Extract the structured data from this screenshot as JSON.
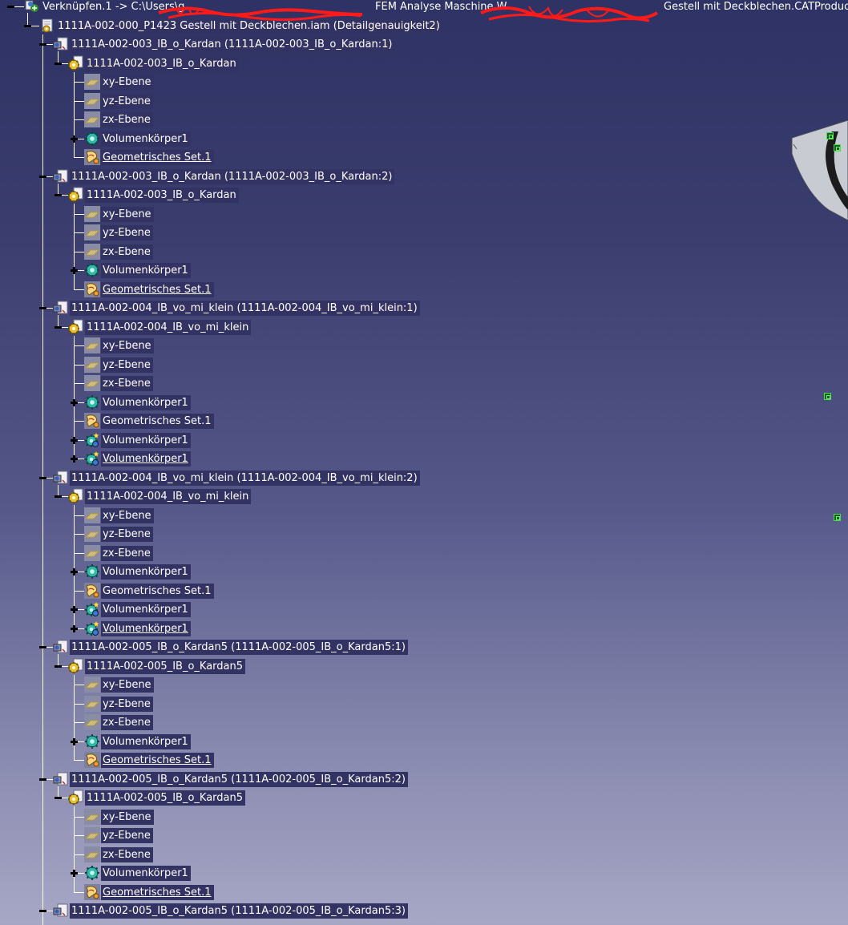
{
  "root": {
    "label": "Verknüpfen.1 -> C:\\Users\\g",
    "label_tail": "FEM Analyse Maschine W",
    "label_end": "Gestell mit Deckblechen.CATProduct"
  },
  "assembly": {
    "label": "1111A-002-000_P1423 Gestell mit Deckblechen.iam (Detailgenauigkeit2)"
  },
  "components": [
    {
      "label": "1111A-002-003_IB_o_Kardan (1111A-002-003_IB_o_Kardan:1)",
      "part": "1111A-002-003_IB_o_Kardan",
      "children": [
        {
          "label": "xy-Ebene",
          "type": "plane"
        },
        {
          "label": "yz-Ebene",
          "type": "plane"
        },
        {
          "label": "zx-Ebene",
          "type": "plane"
        },
        {
          "label": "Volumenkörper1",
          "type": "body",
          "expandable": true
        },
        {
          "label": "Geometrisches Set.1",
          "type": "geoset",
          "underline": true
        }
      ]
    },
    {
      "label": "1111A-002-003_IB_o_Kardan (1111A-002-003_IB_o_Kardan:2)",
      "part": "1111A-002-003_IB_o_Kardan",
      "children": [
        {
          "label": "xy-Ebene",
          "type": "plane"
        },
        {
          "label": "yz-Ebene",
          "type": "plane"
        },
        {
          "label": "zx-Ebene",
          "type": "plane"
        },
        {
          "label": "Volumenkörper1",
          "type": "body",
          "expandable": true
        },
        {
          "label": "Geometrisches Set.1",
          "type": "geoset",
          "underline": true
        }
      ]
    },
    {
      "label": "1111A-002-004_IB_vo_mi_klein (1111A-002-004_IB_vo_mi_klein:1)",
      "part": "1111A-002-004_IB_vo_mi_klein",
      "children": [
        {
          "label": "xy-Ebene",
          "type": "plane"
        },
        {
          "label": "yz-Ebene",
          "type": "plane"
        },
        {
          "label": "zx-Ebene",
          "type": "plane"
        },
        {
          "label": "Volumenkörper1",
          "type": "body",
          "expandable": true
        },
        {
          "label": "Geometrisches Set.1",
          "type": "geoset"
        },
        {
          "label": "Volumenkörper1",
          "type": "body2",
          "expandable": true
        },
        {
          "label": "Volumenkörper1",
          "type": "body2",
          "expandable": true,
          "underline": true
        }
      ]
    },
    {
      "label": "1111A-002-004_IB_vo_mi_klein (1111A-002-004_IB_vo_mi_klein:2)",
      "part": "1111A-002-004_IB_vo_mi_klein",
      "children": [
        {
          "label": "xy-Ebene",
          "type": "plane"
        },
        {
          "label": "yz-Ebene",
          "type": "plane"
        },
        {
          "label": "zx-Ebene",
          "type": "plane"
        },
        {
          "label": "Volumenkörper1",
          "type": "body",
          "expandable": true
        },
        {
          "label": "Geometrisches Set.1",
          "type": "geoset"
        },
        {
          "label": "Volumenkörper1",
          "type": "body2",
          "expandable": true
        },
        {
          "label": "Volumenkörper1",
          "type": "body2",
          "expandable": true,
          "underline": true
        }
      ]
    },
    {
      "label": "1111A-002-005_IB_o_Kardan5 (1111A-002-005_IB_o_Kardan5:1)",
      "part": "1111A-002-005_IB_o_Kardan5",
      "children": [
        {
          "label": "xy-Ebene",
          "type": "plane"
        },
        {
          "label": "yz-Ebene",
          "type": "plane"
        },
        {
          "label": "zx-Ebene",
          "type": "plane"
        },
        {
          "label": "Volumenkörper1",
          "type": "body",
          "expandable": true
        },
        {
          "label": "Geometrisches Set.1",
          "type": "geoset",
          "underline": true
        }
      ]
    },
    {
      "label": "1111A-002-005_IB_o_Kardan5 (1111A-002-005_IB_o_Kardan5:2)",
      "part": "1111A-002-005_IB_o_Kardan5",
      "children": [
        {
          "label": "xy-Ebene",
          "type": "plane"
        },
        {
          "label": "yz-Ebene",
          "type": "plane"
        },
        {
          "label": "zx-Ebene",
          "type": "plane"
        },
        {
          "label": "Volumenkörper1",
          "type": "body",
          "expandable": true
        },
        {
          "label": "Geometrisches Set.1",
          "type": "geoset",
          "underline": true
        }
      ]
    },
    {
      "label": "1111A-002-005_IB_o_Kardan5 (1111A-002-005_IB_o_Kardan5:3)",
      "part": null,
      "children": []
    }
  ],
  "icons": {
    "root": "link-icon",
    "assembly": "assembly-icon",
    "component": "product-icon",
    "part": "part-gear-icon",
    "plane": "plane-icon",
    "body": "body-gear-icon",
    "body2": "body-gear-star-icon",
    "geoset": "geometrical-set-icon"
  },
  "colors": {
    "label_bg": "#333363",
    "label_text": "#ffffff",
    "tree_line": "#ffffff",
    "scribble": "#ff1a1a",
    "handle": "#48e048"
  }
}
